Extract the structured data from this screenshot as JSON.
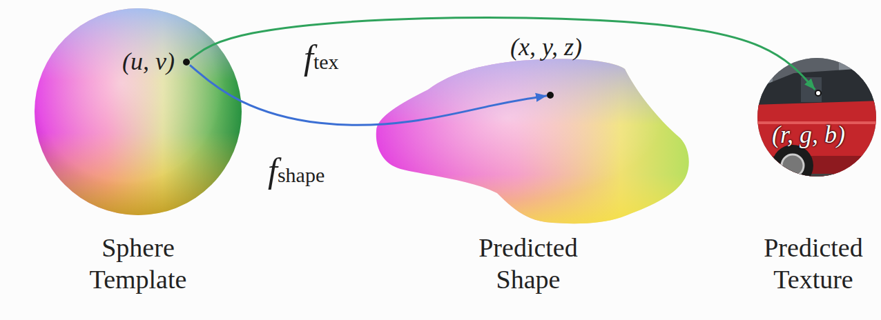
{
  "diagram": {
    "nodes": [
      {
        "text": [
          "Sphere Template"
        ]
      },
      {
        "text": [
          "(u, v)"
        ],
        "in": 0
      },
      {
        "text": [
          "Predicted Shape"
        ]
      },
      {
        "text": [
          "(x, y, z)"
        ],
        "in": 2
      },
      {
        "text": [
          "Predicted Texture"
        ]
      },
      {
        "text": [
          "(r, g, b)"
        ],
        "in": 4
      }
    ],
    "edges": [
      {
        "from": 1,
        "to": 5,
        "label": "ftex",
        "arrow": "to"
      },
      {
        "from": 1,
        "to": 3,
        "label": "fshape",
        "arrow": "to"
      }
    ]
  }
}
